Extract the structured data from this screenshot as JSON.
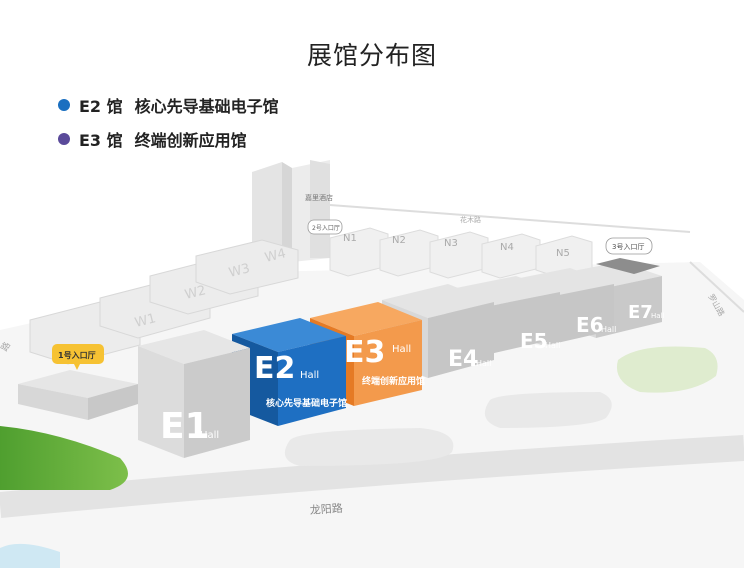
{
  "title": "展馆分布图",
  "legend": [
    {
      "hall": "E2 馆",
      "name": "核心先导基础电子馆",
      "color": "#1a6fc0"
    },
    {
      "hall": "E3 馆",
      "name": "终端创新应用馆",
      "color": "#5a4a9a"
    }
  ],
  "halls": {
    "e1": {
      "code": "E1",
      "suffix": "Hall"
    },
    "e2": {
      "code": "E2",
      "suffix": "Hall",
      "name": "核心先导基础电子馆",
      "color": "#1a6fc0"
    },
    "e3": {
      "code": "E3",
      "suffix": "Hall",
      "name": "终端创新应用馆",
      "color": "#f08a2e"
    },
    "e4": {
      "code": "E4",
      "suffix": "Hall"
    },
    "e5": {
      "code": "E5",
      "suffix": "Hall"
    },
    "e6": {
      "code": "E6",
      "suffix": "Hall"
    },
    "e7": {
      "code": "E7",
      "suffix": "Hall"
    }
  },
  "north_halls": [
    "N1",
    "N2",
    "N3",
    "N4",
    "N5"
  ],
  "west_halls": [
    "W1",
    "W2",
    "W3",
    "W4"
  ],
  "entrances": {
    "gate1": "1号入口厅",
    "gate2": "2号入口厅",
    "gate3": "3号入口厅"
  },
  "hotel": "嘉里酒店",
  "roads": {
    "south": "龙阳路",
    "north": "花木路",
    "east": "罗山路",
    "west": "路"
  }
}
